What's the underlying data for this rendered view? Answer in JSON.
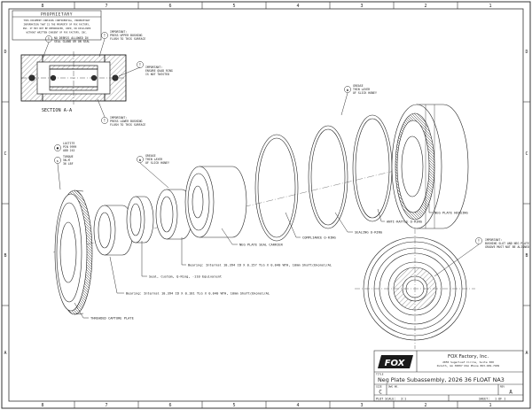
{
  "proprietary": {
    "heading": "PROPRIETARY",
    "lines": [
      "THIS DOCUMENT CONTAINS CONFIDENTIAL, PROPRIETARY",
      "INFORMATION THAT IS THE PROPERTY OF FOX FACTORY,",
      "INC. IT MAY NOT BE REPRODUCED, USED, OR DISCLOSED",
      "WITHOUT WRITTEN CONSENT OF FOX FACTORY, INC."
    ]
  },
  "border": {
    "columns": [
      "8",
      "7",
      "6",
      "5",
      "4",
      "3",
      "2",
      "1"
    ],
    "rows": [
      "D",
      "C",
      "B",
      "A"
    ]
  },
  "section": {
    "label": "SECTION A-A"
  },
  "notes": {
    "no_debris": [
      "NO DEBRIS ALLOWED IN",
      "SEAL GLAND OR ON SEAL"
    ],
    "press_upper": [
      "IMPORTANT:",
      "PRESS UPPER BUSHING",
      "FLUSH TO THIS SURFACE"
    ],
    "ensure_oring": [
      "IMPORTANT:",
      "ENSURE QUAD RING",
      "IS NOT TWISTED"
    ],
    "press_lower": [
      "IMPORTANT:",
      "PRESS LOWER BUSHING",
      "FLUSH TO THIS SURFACE"
    ],
    "loctite": [
      "LOCTITE",
      "PIN 9999",
      "ADD 242"
    ],
    "torque": [
      "TORQUE",
      "5N-M",
      "36 LBF"
    ],
    "grease_carrier": [
      "GREASE",
      "THIN LAYER",
      "OF SLICK HONEY"
    ],
    "grease_housing": [
      "GREASE",
      "THIN LAYER",
      "OF SLICK HONEY"
    ],
    "bushing_align": [
      "IMPORTANT:",
      "BUSHING SLOT AND NEG PLATE",
      "GROOVE MUST NOT BE ALIGNED"
    ]
  },
  "callouts": {
    "neg_plate_housing": "NEG PLATE HOUSING",
    "anti_rattle": "ANTI-RATTLE O-RING",
    "sealing_oring": "SEALING O-RING",
    "compliance_oring": "COMPLIANCE O-RING",
    "seal_carrier": "NEG PLATE SEAL CARRIER",
    "bearing_1": "Bearing: Internal 10.394 ID X 0.157 TLG X 0.040 WTH, 10mm Shaft(Ekonol/AL",
    "seal_quad": "Seal, Custom, Q-Ring, -110 Equivalent",
    "bearing_2": "Bearing: Internal 10.394 ID X 0.181 TLG X 0.040 WTH, 10mm Shaft(Ekonol/AL",
    "capture_plate": "THREADED CAPTURE PLATE"
  },
  "title_block": {
    "company": "FOX Factory, Inc.",
    "address": [
      "2055 Sugarloaf Circle, Suite 300",
      "Duluth, GA 30097 USA Phone 863-949-7469"
    ],
    "title_label": "TITLE",
    "title": "Neg Plate Subassembly, 2026 36 FLOAT NA3",
    "size_label": "SIZE",
    "size": "C",
    "dwg_label": "DWG NO.",
    "rev_label": "REV",
    "rev": "A",
    "scale_label": "PLOT SCALE:",
    "scale": "3:1",
    "sheet_label": "SHEET:",
    "sheet": "1 OF 1"
  }
}
